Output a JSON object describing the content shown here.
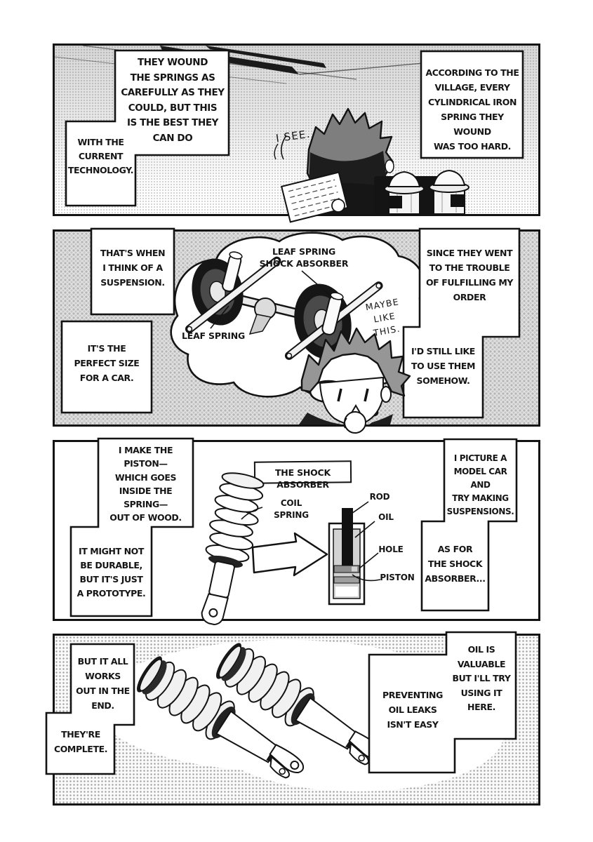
{
  "colors": {
    "ink": "#131313",
    "paper": "#ffffff",
    "tone_gray": "#d7d7d7"
  },
  "panel1": {
    "bubble_wound": "THEY WOUND\nTHE SPRINGS AS\nCAREFULLY AS THEY\nCOULD, BUT THIS\nIS THE BEST THEY\nCAN DO",
    "bubble_technology": "WITH THE\nCURRENT\nTECHNOLOGY.",
    "bubble_according": "ACCORDING TO THE\nVILLAGE, EVERY\nCYLINDRICAL IRON\nSPRING THEY WOUND\nWAS TOO HARD.",
    "sfx_i_see": "I SEE."
  },
  "panel2": {
    "bubble_thats_when": "THAT'S WHEN\nI THINK OF A\nSUSPENSION.",
    "bubble_perfect_size": "IT'S THE\nPERFECT SIZE\nFOR A CAR.",
    "label_leaf_spring_shock_absorber": "LEAF SPRING\nSHOCK ABSORBER",
    "label_leaf_spring": "LEAF SPRING",
    "sfx_maybe_like_this": "MAYBE\nLIKE\nTHIS.",
    "bubble_since": "SINCE THEY WENT\nTO THE TROUBLE\nOF FULFILLING MY\nORDER",
    "bubble_still_use": "I'D STILL LIKE\nTO USE THEM\nSOMEHOW."
  },
  "panel3": {
    "bubble_piston_wood": "I MAKE THE\nPISTON—\nWHICH GOES\nINSIDE THE\nSPRING—\nOUT OF WOOD.",
    "bubble_prototype": "IT MIGHT NOT\nBE DURABLE,\nBUT IT'S JUST\nA PROTOTYPE.",
    "diagram_title": "THE SHOCK ABSORBER",
    "label_coil_spring": "COIL SPRING",
    "label_rod": "ROD",
    "label_oil": "OIL",
    "label_hole": "HOLE",
    "label_piston": "PISTON",
    "bubble_model_car": "I PICTURE A\nMODEL CAR AND\nTRY MAKING\nSUSPENSIONS.",
    "bubble_as_for": "AS FOR\nTHE SHOCK\nABSORBER..."
  },
  "panel4": {
    "bubble_works_out": "BUT IT ALL\nWORKS\nOUT IN THE\nEND.",
    "bubble_complete": "THEY'RE\nCOMPLETE.",
    "bubble_oil_leaks": "PREVENTING\nOIL LEAKS\nISN'T EASY",
    "bubble_oil_valuable": "OIL IS\nVALUABLE\nBUT I'LL TRY\nUSING IT\nHERE."
  }
}
